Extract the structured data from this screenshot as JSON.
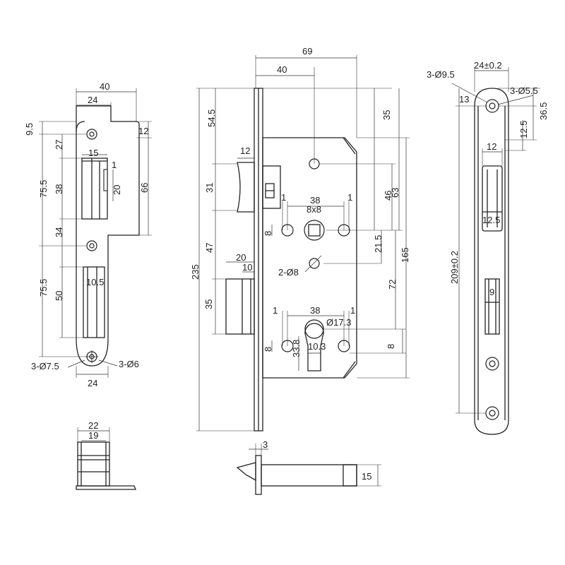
{
  "drawings": {
    "strike_plate": {
      "width_total": "40",
      "width_upper": "24",
      "top_offset": "9.5",
      "step_height": "12",
      "hole_to_edge": "27",
      "latch_width": "15",
      "lip": "1",
      "pitch_upper": "75.5",
      "latch_height": "38",
      "latch_depth": "20",
      "side_height": "66",
      "mid_gap": "34",
      "pitch_lower": "75.5",
      "bolt_height": "50",
      "bolt_width": "10.5",
      "holes_left": "3-Ø7.5",
      "holes_right": "3-Ø6",
      "bottom_width": "24"
    },
    "lock_body": {
      "overall_depth": "69",
      "backset": "40",
      "latch_projection": "12",
      "dim_top": "54.5",
      "dim_latch": "31",
      "dim_mid": "47",
      "dim_bolt": "35",
      "dim_overall": "235",
      "bolt_depth": "20",
      "bolt_throw": "10",
      "dim_35": "35",
      "dim_46": "46",
      "dim_63": "63",
      "dim_165": "165",
      "dim_21_5": "21.5",
      "dim_72": "72",
      "dim_8_right": "8",
      "spindle_label": "8x8",
      "spacing_38_top": "38",
      "gap_1a": "1",
      "gap_1b": "1",
      "dim_8_left_top": "8",
      "holes_8": "2-Ø8",
      "spacing_38_bot": "38",
      "gap_1c": "1",
      "gap_1d": "1",
      "cyl_dia": "Ø17.3",
      "cyl_10_3": "10.3",
      "cyl_33_8": "33.8",
      "dim_8_left_bot": "8"
    },
    "faceplate": {
      "holes_large": "3-Ø9.5",
      "width": "24±0.2",
      "holes_small": "3-Ø5.5",
      "edge_13": "13",
      "dim_36_5": "36.5",
      "dim_12_5_top": "12.5",
      "slot_width": "12",
      "slot_height": "12.5",
      "length": "209±0.2",
      "bolt_slot": "9"
    },
    "latch_view": {
      "width_outer": "22",
      "width_inner": "19"
    },
    "bolt_view": {
      "thickness": "3",
      "height": "15"
    }
  }
}
